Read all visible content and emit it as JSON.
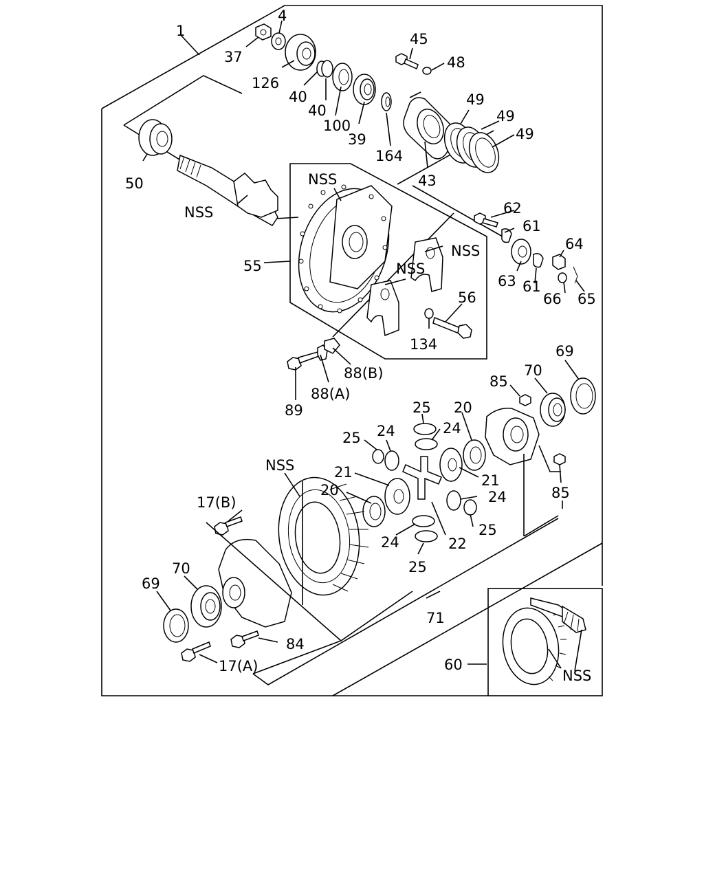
{
  "diagram": {
    "labels": {
      "p1": "1",
      "p4": "4",
      "p37": "37",
      "p126": "126",
      "p40a": "40",
      "p40b": "40",
      "p100": "100",
      "p39": "39",
      "p164": "164",
      "p45": "45",
      "p48": "48",
      "p43": "43",
      "p49a": "49",
      "p49b": "49",
      "p49c": "49",
      "p50": "50",
      "nss1": "NSS",
      "nss2": "NSS",
      "nss3": "NSS",
      "nss4": "NSS",
      "p55": "55",
      "p62": "62",
      "p61a": "61",
      "p61b": "61",
      "p64": "64",
      "p63": "63",
      "p66": "66",
      "p65": "65",
      "p56": "56",
      "p134": "134",
      "p88b": "88(B)",
      "p88a": "88(A)",
      "p89": "89",
      "p69a": "69",
      "p70a": "70",
      "p85a": "85",
      "p85b": "85",
      "p20a": "20",
      "p20b": "20",
      "p25a": "25",
      "p25b": "25",
      "p25c": "25",
      "p25d": "25",
      "p24a": "24",
      "p24b": "24",
      "p24c": "24",
      "p24d": "24",
      "p21a": "21",
      "p21b": "21",
      "p22": "22",
      "nss5": "NSS",
      "p17b": "17(B)",
      "p70b": "70",
      "p69b": "69",
      "p84": "84",
      "p17a": "17(A)",
      "p71": "71",
      "p60": "60",
      "nss6": "NSS"
    }
  }
}
